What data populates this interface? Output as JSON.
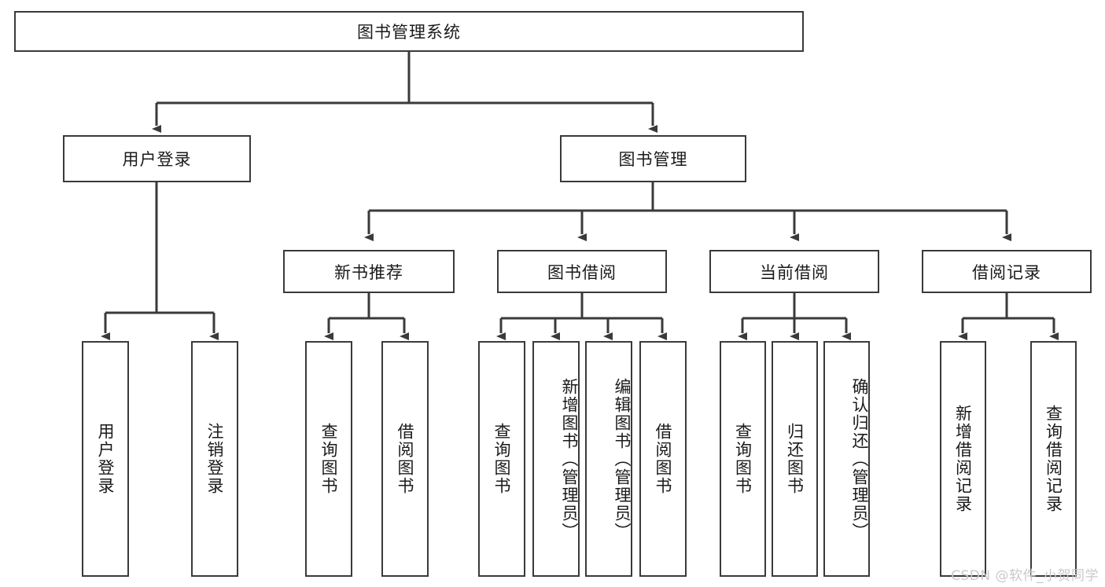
{
  "diagram": {
    "title": "图书管理系统",
    "watermark": "CSDN @软件_小贺同学",
    "line_color": "#3a3a3a",
    "box_border_color": "#3a3a3a",
    "box_fill_color": "#ffffff",
    "text_color": "#1a1a1a",
    "watermark_color": "#c9c9c9"
  },
  "nodes": {
    "root": {
      "label": "图书管理系统"
    },
    "level2": [
      {
        "id": "user-login",
        "label": "用户登录"
      },
      {
        "id": "book-manage",
        "label": "图书管理"
      }
    ],
    "level3": [
      {
        "id": "new-book-recommend",
        "label": "新书推荐"
      },
      {
        "id": "book-borrow",
        "label": "图书借阅"
      },
      {
        "id": "current-borrow",
        "label": "当前借阅"
      },
      {
        "id": "borrow-record",
        "label": "借阅记录"
      }
    ],
    "leaves": {
      "user_login": [
        {
          "id": "leaf-user-login",
          "label": "用户登录"
        },
        {
          "id": "leaf-logout",
          "label": "注销登录"
        }
      ],
      "new_book_recommend": [
        {
          "id": "leaf-query-book-1",
          "label": "查询图书"
        },
        {
          "id": "leaf-borrow-book-1",
          "label": "借阅图书"
        }
      ],
      "book_borrow": [
        {
          "id": "leaf-query-book-2",
          "label": "查询图书"
        },
        {
          "id": "leaf-add-book",
          "label": "新增图书（管理员）"
        },
        {
          "id": "leaf-edit-book",
          "label": "编辑图书（管理员）"
        },
        {
          "id": "leaf-borrow-book-2",
          "label": "借阅图书"
        }
      ],
      "current_borrow": [
        {
          "id": "leaf-query-book-3",
          "label": "查询图书"
        },
        {
          "id": "leaf-return-book",
          "label": "归还图书"
        },
        {
          "id": "leaf-confirm-return",
          "label": "确认归还（管理员）"
        }
      ],
      "borrow_record": [
        {
          "id": "leaf-add-record",
          "label": "新增借阅记录"
        },
        {
          "id": "leaf-query-record",
          "label": "查询借阅记录"
        }
      ]
    }
  }
}
